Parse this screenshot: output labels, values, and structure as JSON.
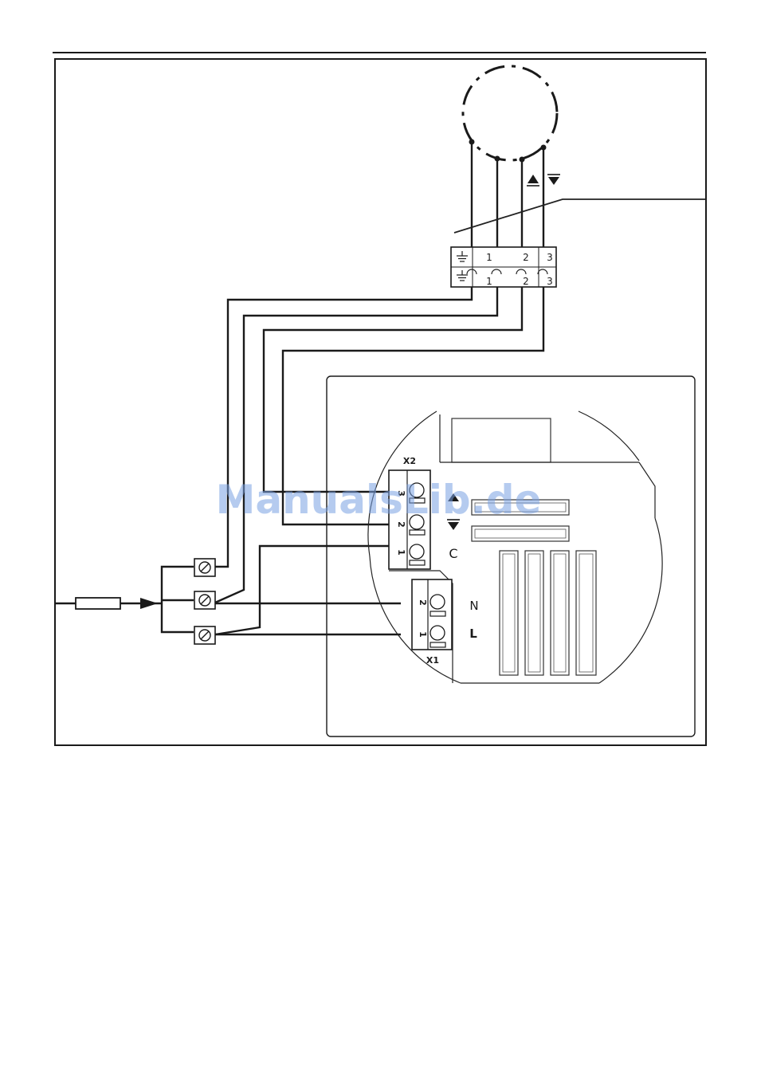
{
  "terminal_strip": {
    "top": [
      "1",
      "2",
      "3"
    ],
    "bottom": [
      "1",
      "2",
      "3"
    ]
  },
  "connector_x2": {
    "label": "X2",
    "pins": [
      "3",
      "2",
      "1"
    ],
    "side_label": "C"
  },
  "connector_x1": {
    "label": "X1",
    "pins": [
      "2",
      "1"
    ],
    "side_labels": [
      "N",
      "L"
    ]
  },
  "watermark": "ManualsLib.de",
  "colors": {
    "line": "#1a1a1a",
    "watermark": "#78a0e1"
  }
}
